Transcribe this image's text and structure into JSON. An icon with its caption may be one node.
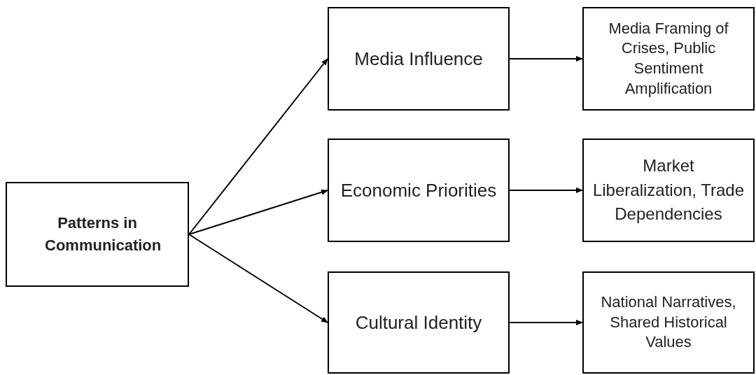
{
  "diagram": {
    "nodes": [
      {
        "text": [
          "Patterns in Communication"
        ]
      },
      {
        "text": [
          "Media Influence"
        ]
      },
      {
        "text": [
          "Economic Priorities"
        ]
      },
      {
        "text": [
          "Cultural Identity"
        ]
      },
      {
        "text": [
          "Media Framing of Crises, Public Sentiment Amplification"
        ]
      },
      {
        "text": [
          "Market Liberalization, Trade Dependencies"
        ]
      },
      {
        "text": [
          "National Narratives, Shared Historical Values"
        ]
      }
    ],
    "edges": [
      {
        "from": 0,
        "to": 1,
        "arrow": "to"
      },
      {
        "from": 0,
        "to": 2,
        "arrow": "to"
      },
      {
        "from": 0,
        "to": 3,
        "arrow": "to"
      },
      {
        "from": 1,
        "to": 4,
        "arrow": "to"
      },
      {
        "from": 2,
        "to": 5,
        "arrow": "to"
      },
      {
        "from": 3,
        "to": 6,
        "arrow": "to"
      }
    ]
  }
}
